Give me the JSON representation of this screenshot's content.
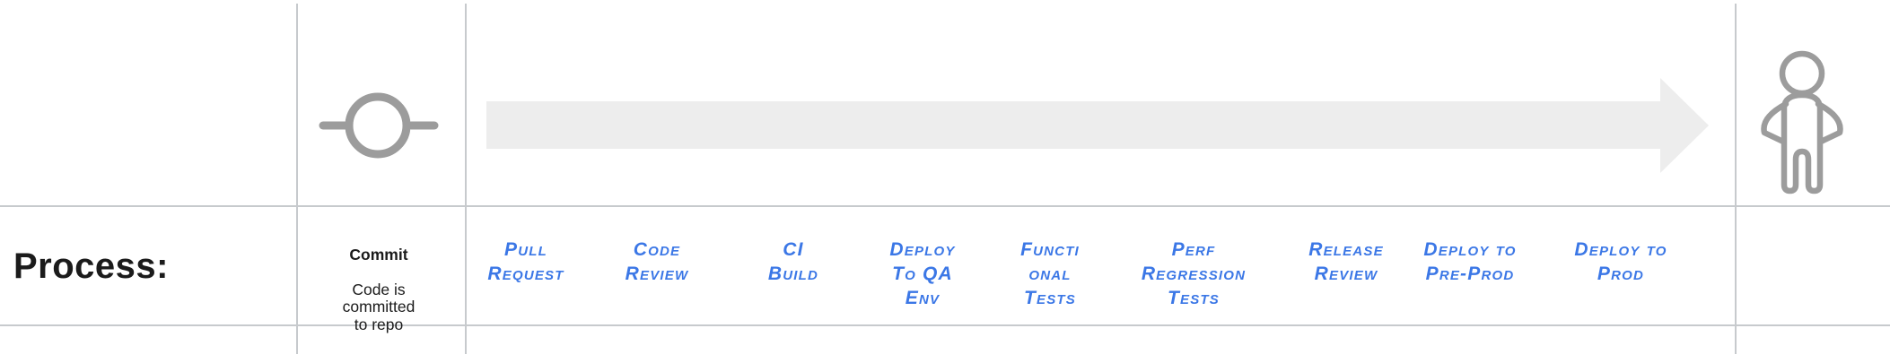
{
  "colors": {
    "stage_text": "#3b77e6",
    "icon_gray": "#9c9c9c",
    "arrow_fill": "#ededed",
    "grid_line": "#c7cacd",
    "label_text": "#1b1b1b"
  },
  "row_header": {
    "label": "Process:"
  },
  "commit_step": {
    "title": "Commit",
    "description": [
      "Code is",
      "committed",
      "to repo"
    ]
  },
  "icons": {
    "commit_node": "commit-circle-icon",
    "flow_arrow": "right-arrow-icon",
    "person": "person-standing-icon"
  },
  "stages": [
    {
      "lines": [
        "Pull",
        "Request"
      ]
    },
    {
      "lines": [
        "Code",
        "Review"
      ]
    },
    {
      "lines": [
        "CI",
        "Build"
      ]
    },
    {
      "lines": [
        "Deploy",
        "To QA",
        "Env"
      ]
    },
    {
      "lines": [
        "Functi",
        "onal",
        "Tests"
      ]
    },
    {
      "lines": [
        "Perf",
        "Regression",
        "Tests"
      ]
    },
    {
      "lines": [
        "Release",
        "Review"
      ]
    },
    {
      "lines": [
        "Deploy to",
        "Pre-Prod"
      ]
    },
    {
      "lines": [
        "Deploy to",
        "Prod"
      ]
    }
  ]
}
